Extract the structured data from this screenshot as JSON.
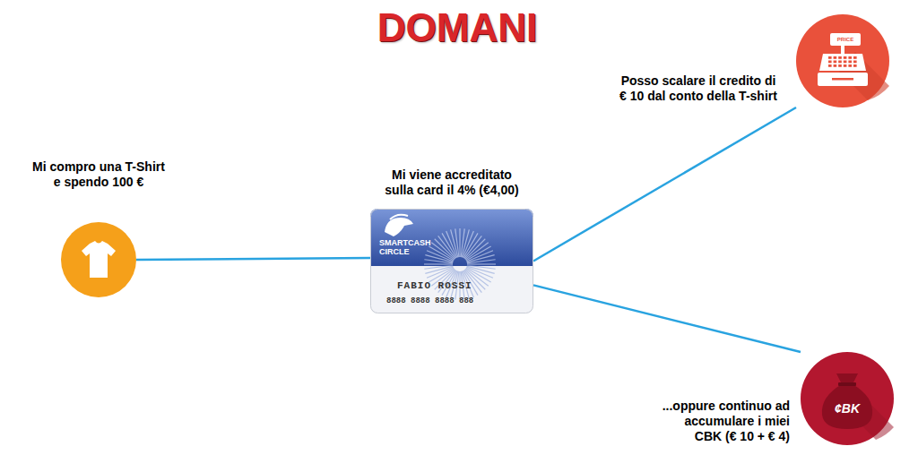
{
  "diagram": {
    "title": "DOMANI",
    "nodes": [
      {
        "text": [
          "Mi compro una T-Shirt e spendo 100 €"
        ]
      },
      {
        "text": [
          "Mi viene accreditato sulla card il 4% (€4,00)",
          "SMARTCASH CIRCLE",
          "FABIO ROSSI",
          "8888 8888 8888 888"
        ]
      },
      {
        "text": [
          "Posso scalare il credito di € 10 dal conto della T-shirt",
          "PRICE"
        ]
      },
      {
        "text": [
          "...oppure continuo ad accumulare i miei CBK (€ 10 + € 4)",
          "¢BK"
        ]
      }
    ],
    "edges": [
      {
        "from": 0,
        "to": 1,
        "arrow": "none"
      },
      {
        "from": 1,
        "to": 2,
        "arrow": "none"
      },
      {
        "from": 1,
        "to": 3,
        "arrow": "none"
      }
    ]
  }
}
